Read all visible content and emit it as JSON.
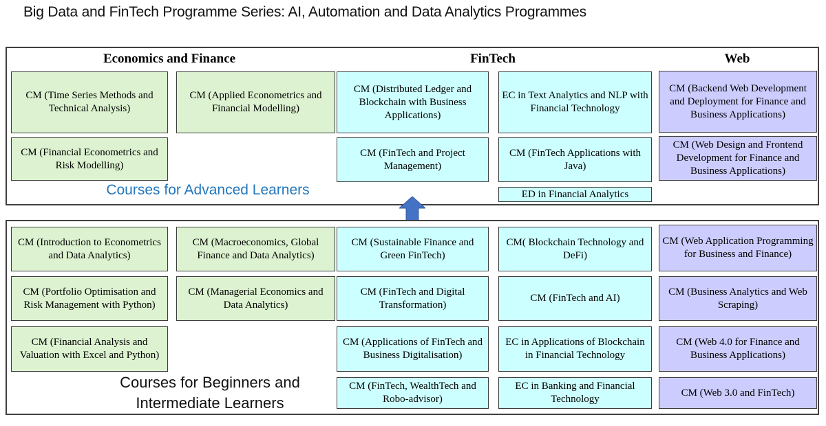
{
  "title": "Big Data and FinTech Programme Series: AI, Automation and Data Analytics Programmes",
  "colors": {
    "economics_fill": "#dcf2d0",
    "fintech_fill": "#ccffff",
    "web_fill": "#ccccff",
    "box_border": "#3d3d3d",
    "outer_border": "#404040",
    "arrow_fill": "#4472c4",
    "arrow_stroke": "#38599c",
    "advanced_label_color": "#2377bd"
  },
  "icons": {
    "up_arrow": "block-arrow-up"
  },
  "advanced": {
    "label": "Courses for Advanced Learners",
    "headers": [
      "Economics and Finance",
      "FinTech",
      "Web"
    ],
    "boxes": [
      {
        "category": "economics",
        "text": "CM (Time Series Methods and Technical Analysis)"
      },
      {
        "category": "economics",
        "text": "CM (Applied Econometrics and Financial Modelling)"
      },
      {
        "category": "fintech",
        "text": "CM (Distributed Ledger and Blockchain with Business Applications)"
      },
      {
        "category": "fintech",
        "text": "EC in Text Analytics and NLP with Financial Technology"
      },
      {
        "category": "web",
        "text": "CM (Backend Web Development and Deployment for Finance and Business Applications)"
      },
      {
        "category": "economics",
        "text": "CM (Financial Econometrics and Risk Modelling)"
      },
      {
        "category": "fintech",
        "text": "CM (FinTech and Project Management)"
      },
      {
        "category": "fintech",
        "text": "CM (FinTech Applications with Java)"
      },
      {
        "category": "web",
        "text": "CM (Web Design and Frontend Development for Finance and Business Applications)"
      },
      {
        "category": "fintech",
        "text": "ED in Financial Analytics"
      }
    ]
  },
  "beginner": {
    "label": "Courses for Beginners and Intermediate Learners",
    "boxes": [
      {
        "category": "economics",
        "text": "CM (Introduction to Econometrics and Data Analytics)"
      },
      {
        "category": "economics",
        "text": "CM (Portfolio Optimisation and Risk Management with Python)"
      },
      {
        "category": "economics",
        "text": "CM (Financial Analysis and Valuation with Excel and Python)"
      },
      {
        "category": "economics",
        "text": "CM (Macroeconomics, Global Finance and Data Analytics)"
      },
      {
        "category": "economics",
        "text": "CM (Managerial Economics and Data Analytics)"
      },
      {
        "category": "fintech",
        "text": "CM (Sustainable Finance and Green FinTech)"
      },
      {
        "category": "fintech",
        "text": "CM (FinTech and Digital Transformation)"
      },
      {
        "category": "fintech",
        "text": "CM (Applications of FinTech and Business Digitalisation)"
      },
      {
        "category": "fintech",
        "text": "CM (FinTech, WealthTech and Robo-advisor)"
      },
      {
        "category": "fintech",
        "text": "CM( Blockchain Technology and DeFi)"
      },
      {
        "category": "fintech",
        "text": "CM (FinTech and AI)"
      },
      {
        "category": "fintech",
        "text": "EC in Applications of Blockchain in Financial Technology"
      },
      {
        "category": "fintech",
        "text": "EC in Banking and Financial Technology"
      },
      {
        "category": "web",
        "text": "CM (Web Application Programming for Business and Finance)"
      },
      {
        "category": "web",
        "text": "CM (Business Analytics and Web Scraping)"
      },
      {
        "category": "web",
        "text": "CM (Web 4.0 for Finance and Business Applications)"
      },
      {
        "category": "web",
        "text": "CM (Web 3.0 and FinTech)"
      }
    ]
  }
}
